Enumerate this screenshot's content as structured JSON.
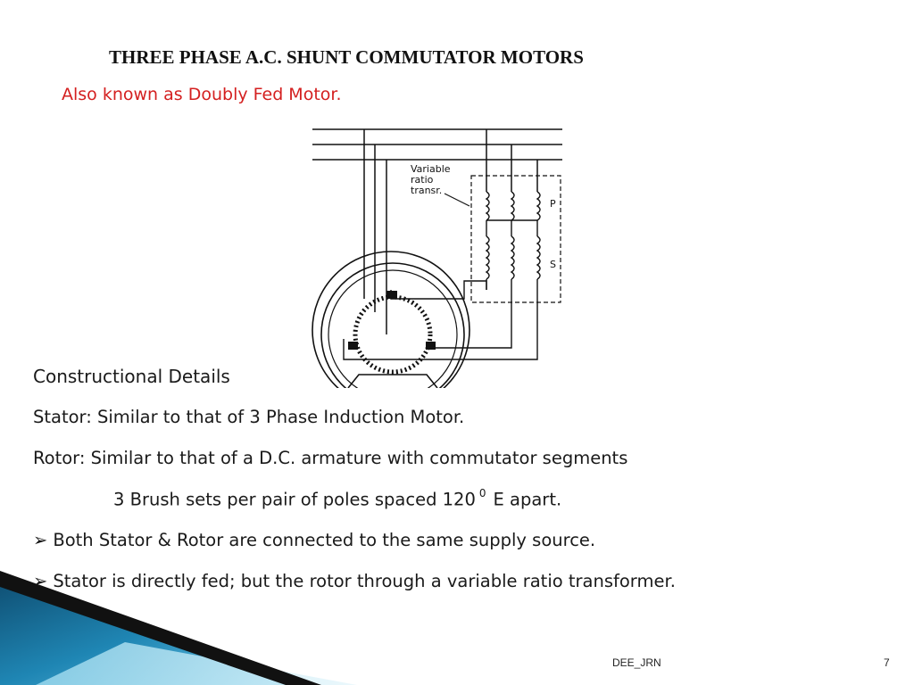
{
  "slide": {
    "title": "THREE PHASE A.C. SHUNT COMMUTATOR MOTORS",
    "subtitle": "Also known as Doubly Fed Motor.",
    "diagram": {
      "label_lines": [
        "Variable",
        "ratio",
        "transr."
      ],
      "label_p": "P",
      "label_s": "S"
    },
    "section_heading": "Constructional Details",
    "lines": [
      "Stator: Similar to that of 3 Phase Induction Motor.",
      "Rotor: Similar to that of a D.C. armature with commutator segments"
    ],
    "brush_line": {
      "before": "3 Brush sets per pair of poles spaced 120",
      "superscript": "0",
      "after": "E apart."
    },
    "bullets": [
      "Both Stator & Rotor are connected to the same supply source.",
      "Stator is directly fed; but the rotor through a variable ratio transformer."
    ],
    "footer": "DEE_JRN",
    "page_number": "7",
    "colors": {
      "subtitle": "#d42020",
      "accent_dark": "#0f4f73",
      "accent_mid": "#1f86b4",
      "accent_light": "#6ec6e6"
    }
  }
}
